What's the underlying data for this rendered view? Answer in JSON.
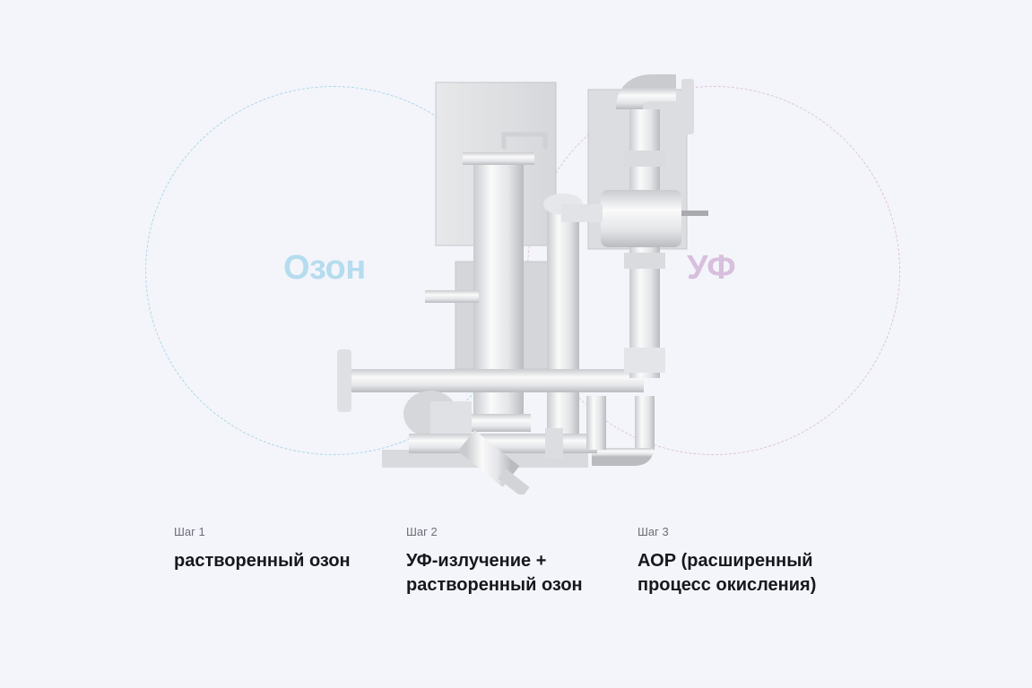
{
  "diagram": {
    "ozone_label": "Озон",
    "uv_label": "УФ",
    "colors": {
      "ozone": "#a9d6ec",
      "uv": "#dcc3da"
    }
  },
  "steps": [
    {
      "number": "Шаг 1",
      "title": "растворенный озон"
    },
    {
      "number": "Шаг 2",
      "title": "УФ-излучение + растворенный озон"
    },
    {
      "number": "Шаг 3",
      "title": "АОР (расширенный процесс окисления)"
    }
  ]
}
